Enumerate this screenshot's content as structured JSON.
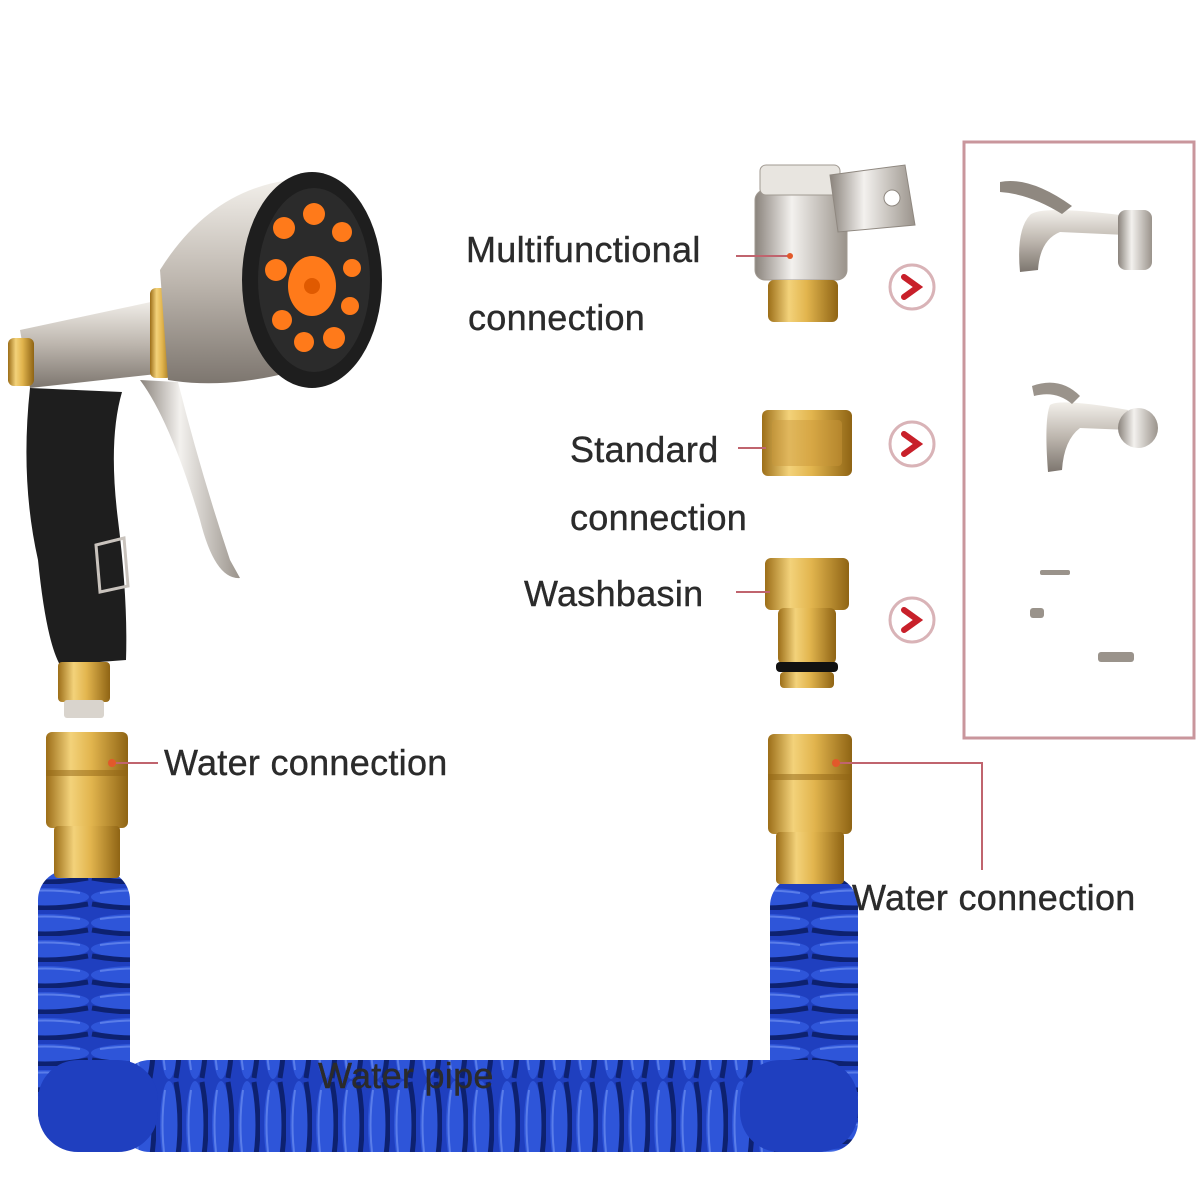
{
  "labels": {
    "multifunctional_line1": "Multifunctional",
    "multifunctional_line2": "connection",
    "standard_line1": "Standard",
    "standard_line2": "connection",
    "washbasin": "Washbasin",
    "water_connection_left": "Water connection",
    "water_connection_right": "Water connection",
    "water_pipe": "Water pipe"
  },
  "colors": {
    "hose_blue": "#1f3fbf",
    "hose_dark": "#0d2170",
    "brass": "#e2b54e",
    "brass_dark": "#a97a1f",
    "leader_line": "#c0646e",
    "arrow_red": "#c8202a",
    "nozzle_orange": "#ff7a1a",
    "grip_black": "#1e1e1e",
    "metal": "#c9c3bd"
  },
  "icons": {
    "spray_gun": "spray-gun-icon",
    "faucet": "faucet-icon",
    "arrow": "chevron-right-icon"
  }
}
